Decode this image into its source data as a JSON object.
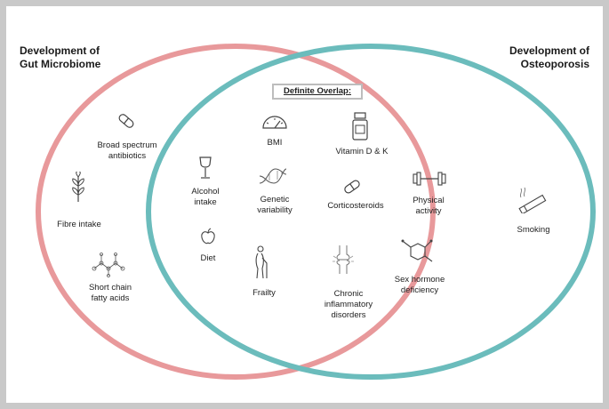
{
  "left_circle": {
    "title_lines": [
      "Development of",
      "Gut Microbiome"
    ],
    "color": "#e8999b"
  },
  "right_circle": {
    "title_lines": [
      "Development of",
      "Osteoporosis"
    ],
    "color": "#6bbcbc"
  },
  "overlap_box": {
    "label": "Definite Overlap:"
  },
  "factors": {
    "broad_spectrum": {
      "lines": [
        "Broad spectrum",
        "antibiotics"
      ],
      "icon": "capsule-icon"
    },
    "fibre": {
      "lines": [
        "Fibre intake"
      ],
      "icon": "plant-icon"
    },
    "scfa": {
      "lines": [
        "Short chain",
        "fatty acids"
      ],
      "icon": "molecule-icon"
    },
    "bmi": {
      "lines": [
        "BMI"
      ],
      "icon": "scale-gauge-icon"
    },
    "vitamin": {
      "lines": [
        "Vitamin D & K"
      ],
      "icon": "pill-bottle-icon"
    },
    "alcohol": {
      "lines": [
        "Alcohol",
        "intake"
      ],
      "icon": "wine-glass-icon"
    },
    "genetic": {
      "lines": [
        "Genetic",
        "variability"
      ],
      "icon": "dna-icon"
    },
    "cortico": {
      "lines": [
        "Corticosteroids"
      ],
      "icon": "capsule-icon"
    },
    "physical": {
      "lines": [
        "Physical",
        "activity"
      ],
      "icon": "dumbbell-icon"
    },
    "diet": {
      "lines": [
        "Diet"
      ],
      "icon": "apple-icon"
    },
    "frailty": {
      "lines": [
        "Frailty"
      ],
      "icon": "elderly-person-icon"
    },
    "chronic": {
      "lines": [
        "Chronic",
        "inflammatory",
        "disorders"
      ],
      "icon": "inflamed-joint-icon"
    },
    "sexhormone": {
      "lines": [
        "Sex hormone",
        "deficiency"
      ],
      "icon": "steroid-ring-icon"
    },
    "smoking": {
      "lines": [
        "Smoking"
      ],
      "icon": "cigarette-icon"
    }
  }
}
